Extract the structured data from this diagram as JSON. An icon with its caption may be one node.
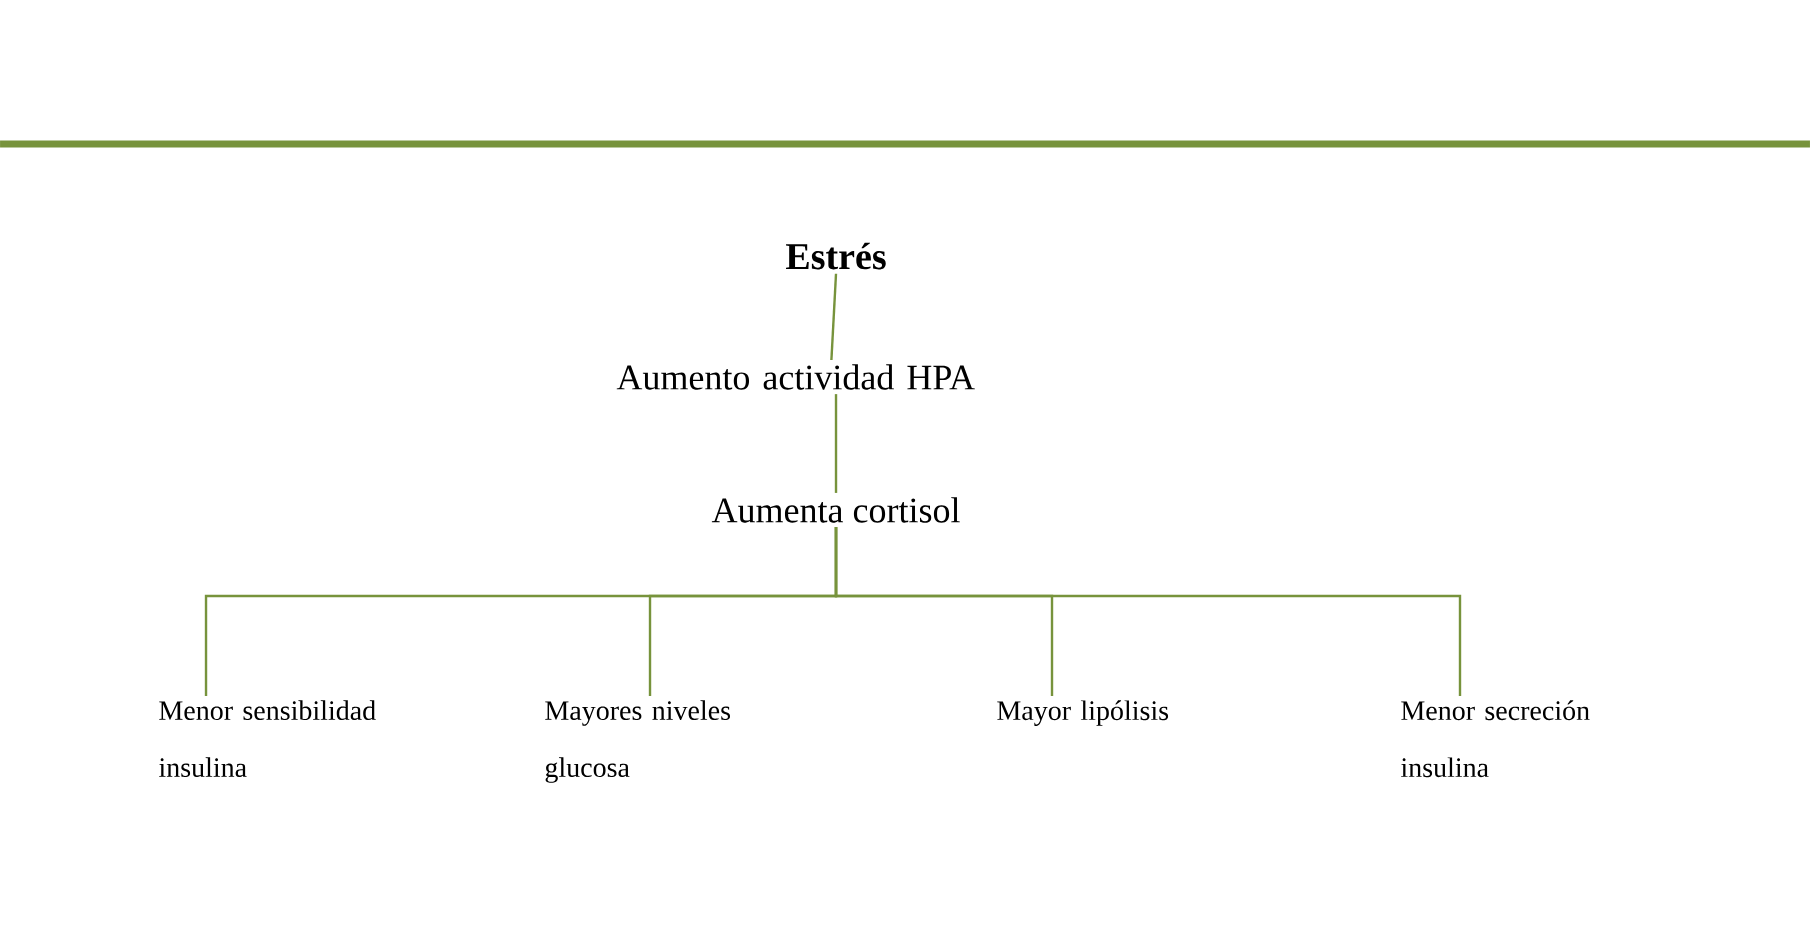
{
  "diagram": {
    "nodes": [
      {
        "text": [
          "Estrés"
        ]
      },
      {
        "text": [
          "Aumento actividad HPA"
        ]
      },
      {
        "text": [
          "Aumenta cortisol"
        ]
      },
      {
        "text": [
          "Menor sensibilidad insulina"
        ]
      },
      {
        "text": [
          "Mayores niveles glucosa"
        ]
      },
      {
        "text": [
          "Mayor lipólisis"
        ]
      },
      {
        "text": [
          "Menor secreción insulina"
        ]
      }
    ],
    "edges": [
      {
        "from": 0,
        "to": 1,
        "arrow": "none"
      },
      {
        "from": 1,
        "to": 2,
        "arrow": "none"
      },
      {
        "from": 2,
        "to": 3,
        "arrow": "none"
      },
      {
        "from": 2,
        "to": 4,
        "arrow": "none"
      },
      {
        "from": 2,
        "to": 5,
        "arrow": "none"
      },
      {
        "from": 2,
        "to": 6,
        "arrow": "none"
      }
    ]
  }
}
